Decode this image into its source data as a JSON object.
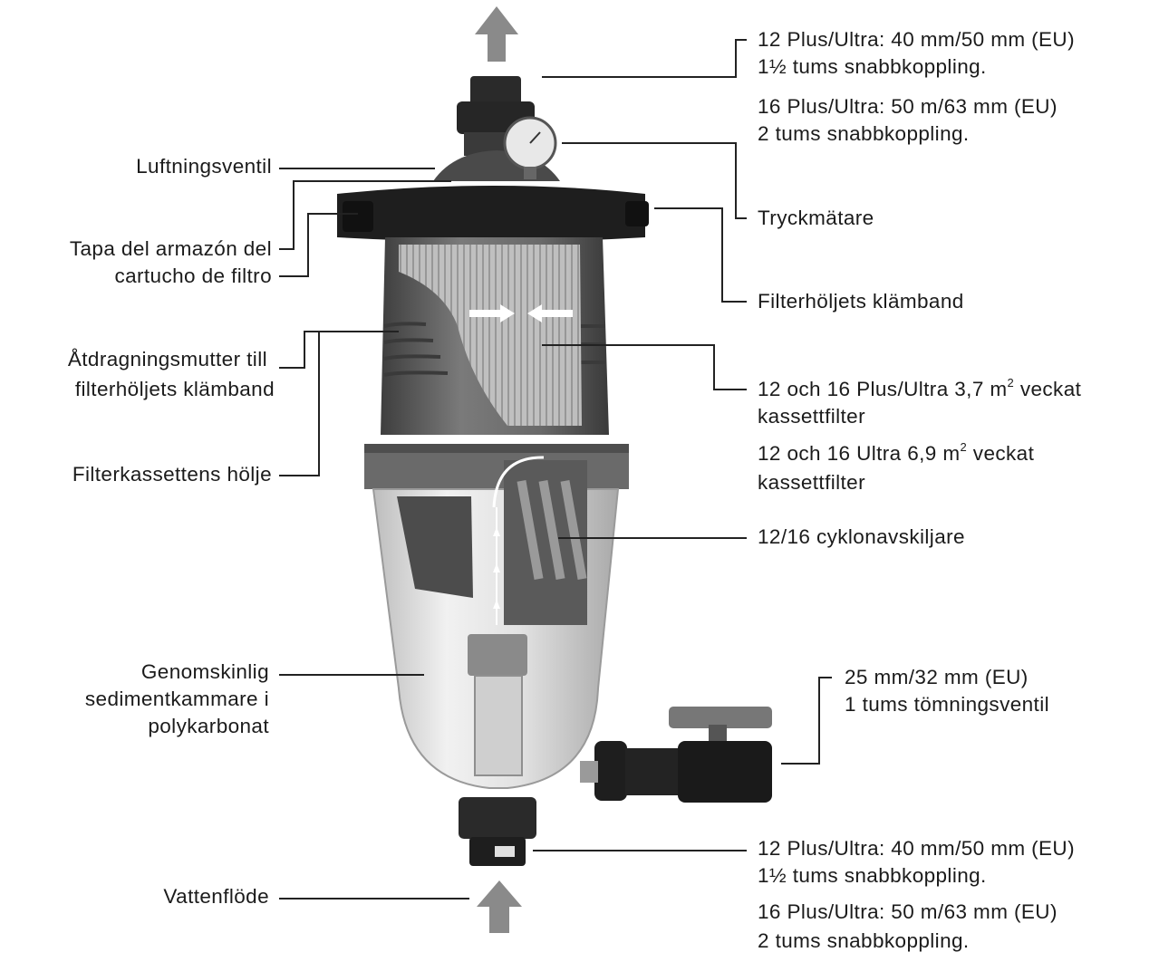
{
  "labels": {
    "outlet_line1": "12 Plus/Ultra: 40 mm/50 mm (EU)",
    "outlet_line2": "1½ tums snabbkoppling.",
    "outlet_line3": "16 Plus/Ultra: 50 m/63 mm (EU)",
    "outlet_line4": "2 tums snabbkoppling.",
    "air_valve": "Luftningsventil",
    "lid_line1": "Tapa del armazón del",
    "lid_line2": "cartucho de filtro",
    "pressure_gauge": "Tryckmätare",
    "clamp_band": "Filterhöljets klämband",
    "nut_line1": "Åtdragningsmutter till",
    "nut_line2": "filterhöljets klämband",
    "cart1_prefix": "12 och 16 Plus/Ultra 3,7 m",
    "cart1_sup": "2",
    "cart1_suffix": " veckat",
    "cart1_line2": "kassettfilter",
    "cart2_prefix": "12 och 16 Ultra 6,9 m",
    "cart2_sup": "2",
    "cart2_suffix": " veckat",
    "cart2_line2": "kassettfilter",
    "housing": "Filterkassettens hölje",
    "cyclone": "12/16 cyklonavskiljare",
    "sed_line1": "Genomskinlig",
    "sed_line2": "sedimentkammare i",
    "sed_line3": "polykarbonat",
    "drain_line1": "25 mm/32 mm (EU)",
    "drain_line2": "1 tums tömningsventil",
    "inlet_line1": "12 Plus/Ultra: 40 mm/50 mm (EU)",
    "inlet_line2": "1½ tums snabbkoppling.",
    "inlet_line3": "16 Plus/Ultra: 50 m/63 mm (EU)",
    "inlet_line4": "2 tums snabbkoppling.",
    "water_flow": "Vattenflöde"
  },
  "colors": {
    "dark_plastic": "#2a2a2a",
    "grey_plastic": "#5c5c5c",
    "arrow_grey": "#8a8a8a",
    "clear_bowl": "#d6d6d6",
    "leader_line": "#222222"
  }
}
